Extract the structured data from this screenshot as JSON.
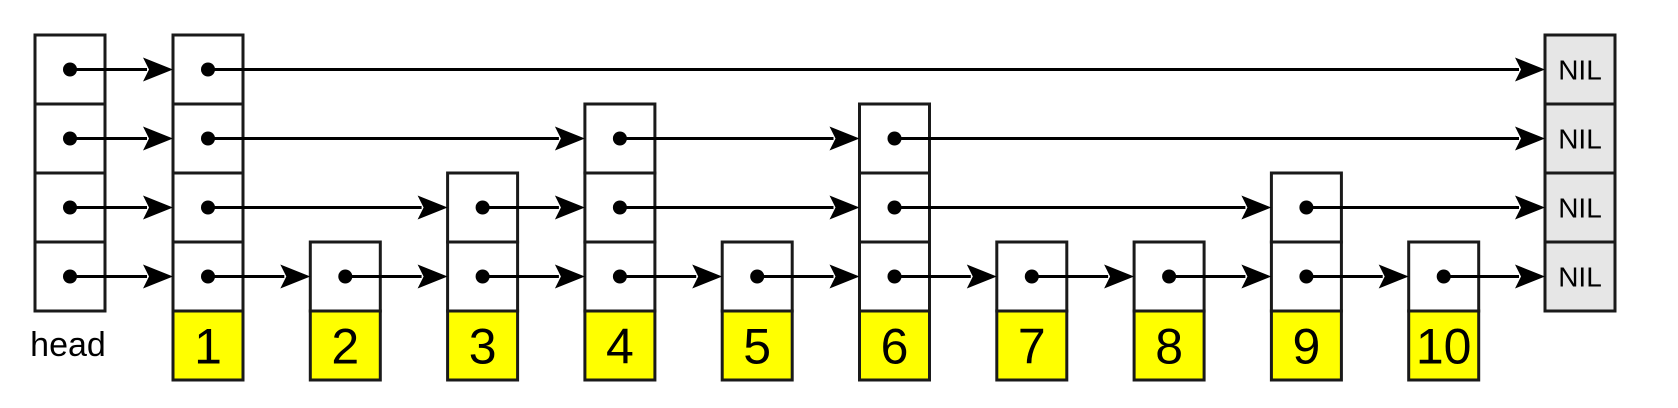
{
  "title": "",
  "head_label": "head",
  "nil_label": "NIL",
  "levels": 4,
  "keys": [
    "1",
    "2",
    "3",
    "4",
    "5",
    "6",
    "7",
    "8",
    "9",
    "10"
  ],
  "node_heights": [
    4,
    1,
    2,
    3,
    1,
    3,
    1,
    1,
    2,
    1
  ],
  "colors": {
    "key_fill": "#ffff00",
    "nil_fill": "#e6e6e6",
    "cell_fill": "#ffffff",
    "stroke": "#1a1a1a"
  }
}
